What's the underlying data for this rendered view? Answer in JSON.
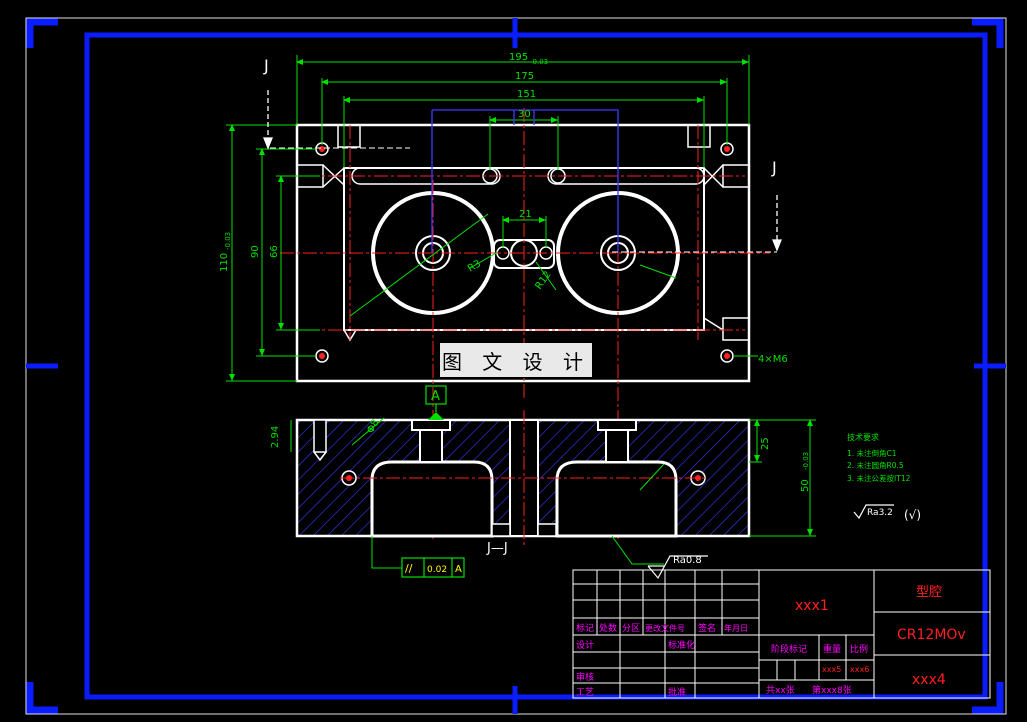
{
  "drawing": {
    "top_view": {
      "dims": {
        "overall_width": "195",
        "overall_width_tol": "-0.03",
        "w175": "175",
        "w151": "151",
        "w30": "30",
        "w21": "21",
        "height": "110",
        "height_tol": "-0.03",
        "h90": "90",
        "h66": "66",
        "r3": "R3",
        "r12": "R12",
        "holes": "4×M6"
      },
      "section_mark": "J"
    },
    "section_view": {
      "label": "J—J",
      "datum": "A",
      "dims": {
        "depth_25": "25",
        "height_50": "50",
        "height_tol": "-0.03",
        "left_small": "2.94",
        "dia": "Φ8"
      },
      "gdt": {
        "symbol": "//",
        "value": "0.02",
        "datum": "A"
      },
      "surface_roughness": "Ra0.8"
    },
    "tech_requirements": {
      "title": "技术要求",
      "items": [
        "1. 未注倒角C1",
        "2. 未注圆角R0.5",
        "3. 未注公差按IT12"
      ]
    },
    "general_roughness": "Ra3.2",
    "general_roughness_suffix": "(√)",
    "watermark": "图 文 设 计"
  },
  "title_block": {
    "drawing_number": "xxx1",
    "part_name": "型腔",
    "material": "CR12MOv",
    "company": "xxx4",
    "headers": {
      "mark": "标记",
      "count": "处数",
      "zone": "分区",
      "change_doc": "更改文件号",
      "sign": "签名",
      "date": "年月日"
    },
    "labels": {
      "design": "设计",
      "standardize": "标准化",
      "review": "审核",
      "process": "工艺",
      "approve": "批准",
      "stage_mark": "阶段标记",
      "weight": "重量",
      "scale": "比例"
    },
    "weight_value": "xxx5",
    "scale_value": "xxx6",
    "sheet_total": "共xx张",
    "sheet_current": "第xxx8张"
  },
  "colors": {
    "frame": "#0a1dff",
    "white": "#ffffff",
    "green": "#00e000",
    "red": "#ff2020",
    "yellow": "#e0e000",
    "magenta": "#ff00ff",
    "hatch": "#3a3aff"
  }
}
